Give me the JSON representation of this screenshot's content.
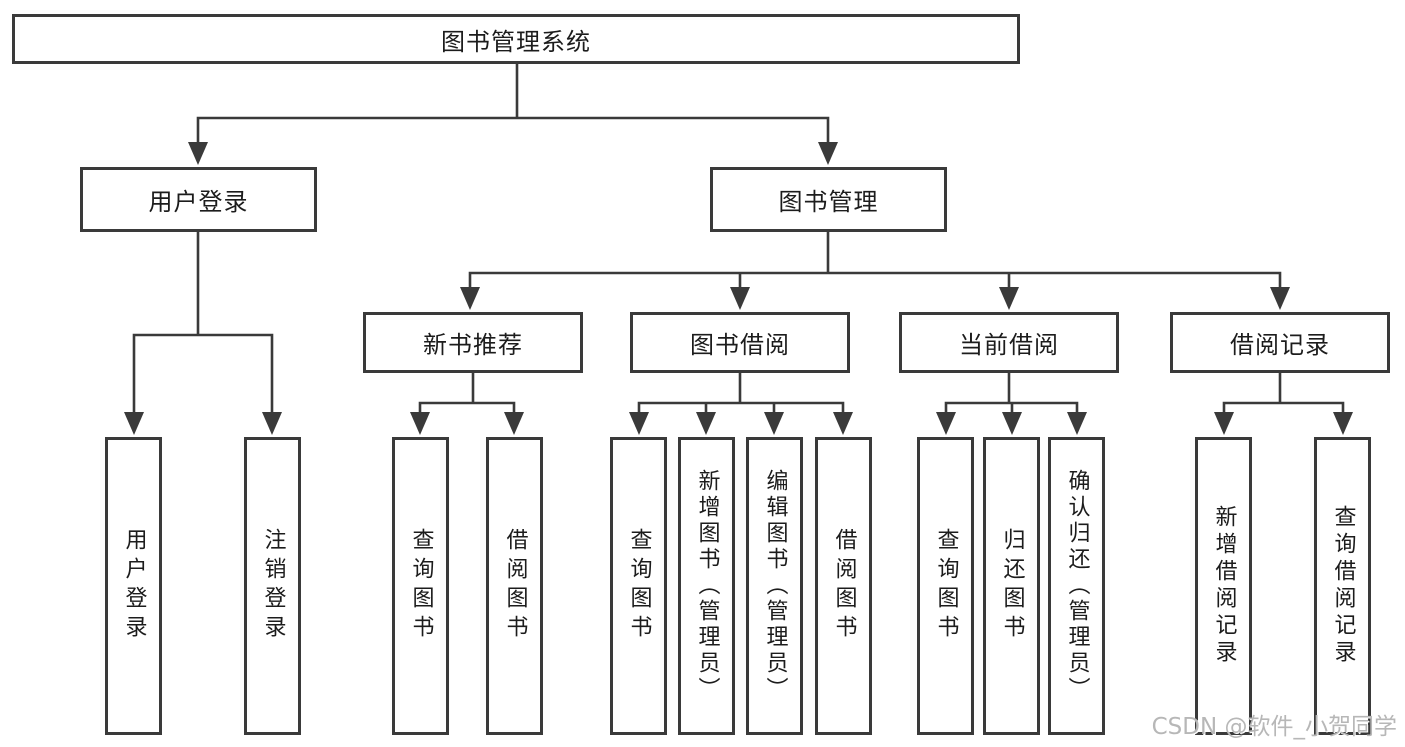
{
  "diagram_type": "functional-structure-tree",
  "colors": {
    "line": "#3a3a3a",
    "box_border": "#3a3a3a",
    "box_fill": "#ffffff",
    "text": "#1c1c1c",
    "background": "#ffffff",
    "watermark": "#b7b7b7"
  },
  "watermark": "CSDN @软件_小贺同学",
  "tree": {
    "root": {
      "label": "图书管理系统",
      "children": [
        {
          "label": "用户登录",
          "children": [
            {
              "label": "用户登录"
            },
            {
              "label": "注销登录"
            }
          ]
        },
        {
          "label": "图书管理",
          "children": [
            {
              "label": "新书推荐",
              "children": [
                {
                  "label": "查询图书"
                },
                {
                  "label": "借阅图书"
                }
              ]
            },
            {
              "label": "图书借阅",
              "children": [
                {
                  "label": "查询图书"
                },
                {
                  "label": "新增图书（管理员）"
                },
                {
                  "label": "编辑图书（管理员）"
                },
                {
                  "label": "借阅图书"
                }
              ]
            },
            {
              "label": "当前借阅",
              "children": [
                {
                  "label": "查询图书"
                },
                {
                  "label": "归还图书"
                },
                {
                  "label": "确认归还（管理员）"
                }
              ]
            },
            {
              "label": "借阅记录",
              "children": [
                {
                  "label": "新增借阅记录"
                },
                {
                  "label": "查询借阅记录"
                }
              ]
            }
          ]
        }
      ]
    }
  }
}
